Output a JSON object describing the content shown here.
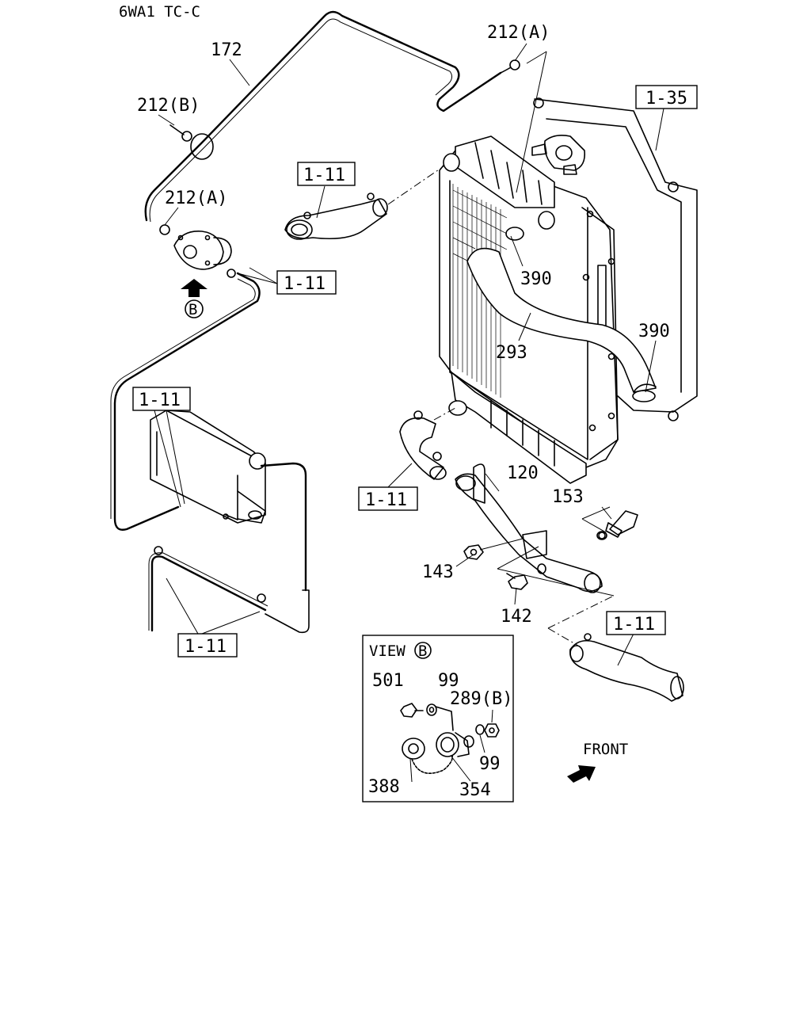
{
  "header": {
    "code": "6WA1 TC-C"
  },
  "callouts": {
    "c172": "172",
    "c212a_top": "212(A)",
    "c212b": "212(B)",
    "c212a_left": "212(A)",
    "c135": "1-35",
    "c111_a": "1-11",
    "c111_b": "1-11",
    "c111_c": "1-11",
    "c111_d": "1-11",
    "c111_e": "1-11",
    "c111_f": "1-11",
    "c390_a": "390",
    "c390_b": "390",
    "c293": "293",
    "c120": "120",
    "c153": "153",
    "c143": "143",
    "c142": "142",
    "view_b_marker": "B"
  },
  "view_b": {
    "title": "VIEW",
    "marker": "B",
    "c501": "501",
    "c99_top": "99",
    "c289b": "289(B)",
    "c99_right": "99",
    "c388": "388",
    "c354": "354"
  },
  "front_label": "FRONT"
}
